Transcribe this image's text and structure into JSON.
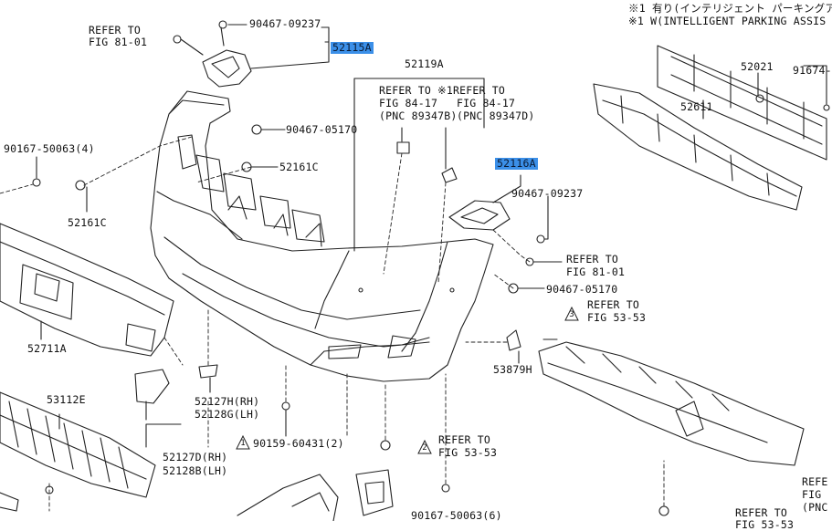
{
  "notes": {
    "line1": "※1 有り(インテリジェント パーキングアシ",
    "line2": "※1 W(INTELLIGENT PARKING ASSIS"
  },
  "parts": {
    "p52115A": "52115A",
    "p52116A": "52116A",
    "p52119A": "52119A",
    "p52021": "52021",
    "p52611": "52611",
    "p91674": "91674-",
    "p90467_09237_top": "90467-09237",
    "p90467_09237_right": "90467-09237",
    "p90467_05170_top": "90467-05170",
    "p90467_05170_right": "90467-05170",
    "p52161C_top": "52161C",
    "p52161C_left": "52161C",
    "p90167_50063_4": "90167-50063(4)",
    "p52711A": "52711A",
    "p53112E": "53112E",
    "p52127H": "52127H(RH)",
    "p52128G": "52128G(LH)",
    "p52127D": "52127D(RH)",
    "p52128B": "52128B(LH)",
    "p90159_60431": "90159-60431(2)",
    "p53879H": "53879H",
    "p90167_50063_6": "90167-50063(6)"
  },
  "refs": {
    "fig81_top_1": "REFER TO",
    "fig81_top_2": "FIG 81-01",
    "fig81_right_1": "REFER TO",
    "fig81_right_2": "FIG 81-01",
    "fig8417a_1": "REFER TO",
    "fig8417a_2": "FIG 84-17",
    "fig8417a_3": "(PNC 89347B)",
    "fig8417b_1": "※1REFER TO",
    "fig8417b_2": "FIG 84-17",
    "fig8417b_3": "(PNC 89347D)",
    "fig5353a_1": "REFER TO",
    "fig5353a_2": "FIG 53-53",
    "fig5353b_1": "REFER TO",
    "fig5353b_2": "FIG 53-53",
    "bottom_right_1": "REFER TO",
    "bottom_right_2": "FIG 53-53",
    "edge_1": "REFE",
    "edge_2": "FIG",
    "edge_3": "(PNC"
  },
  "callouts": {
    "c1": "1",
    "c2": "2",
    "c3": "3"
  },
  "colors": {
    "highlight": "#3b8fe8",
    "line": "#222222"
  }
}
